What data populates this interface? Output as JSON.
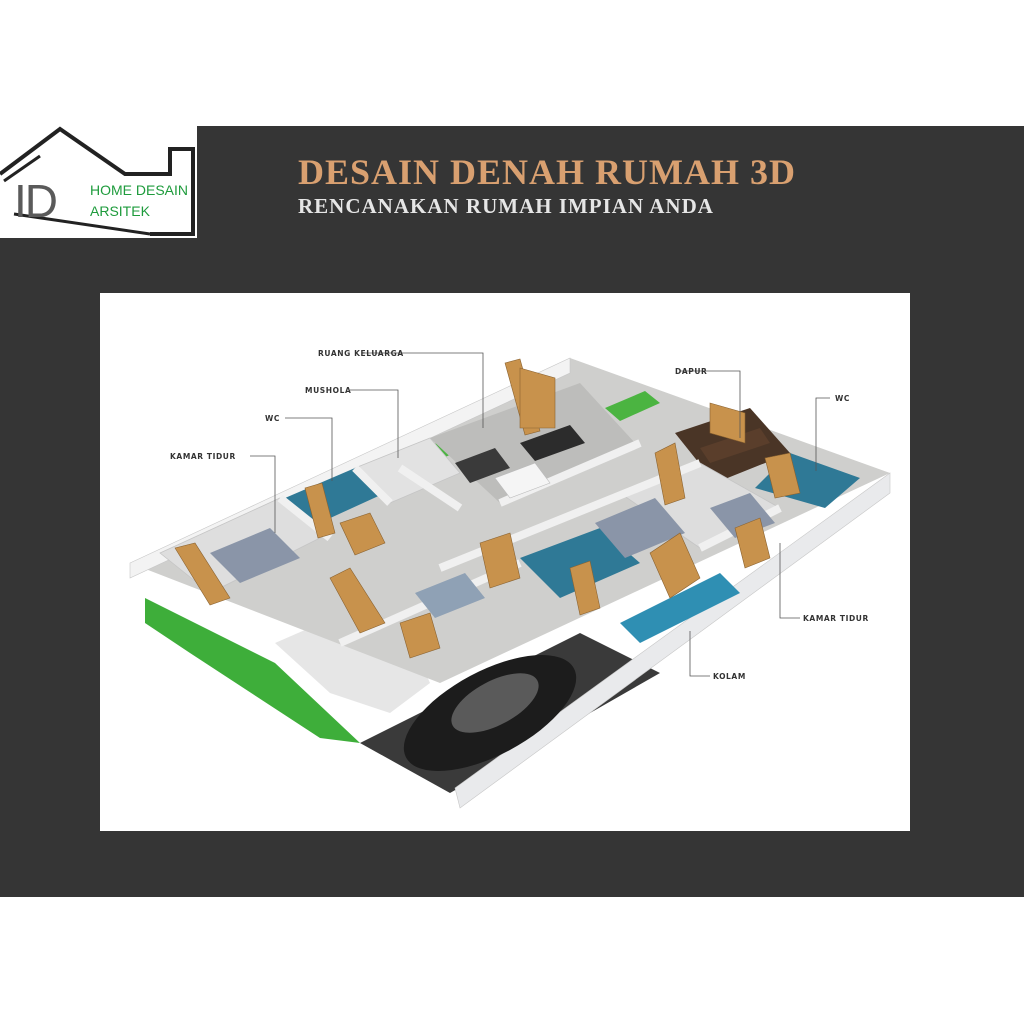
{
  "logo": {
    "mark": "ID",
    "line1": "HOME DESAIN",
    "line2": "ARSITEK",
    "colors": {
      "text": "#1e9b3c",
      "outline": "#222222"
    }
  },
  "header": {
    "title": "DESAIN DENAH RUMAH 3D",
    "subtitle": "RENCANAKAN RUMAH IMPIAN ANDA",
    "colors": {
      "title": "#d9a070",
      "subtitle": "#e6e6e6",
      "background": "#353535"
    }
  },
  "floorplan": {
    "labels": {
      "ruang_keluarga": "RUANG KELUARGA",
      "mushola": "MUSHOLA",
      "wc_left": "WC",
      "kamar_tidur_left": "KAMAR TIDUR",
      "dapur": "DAPUR",
      "wc_right": "WC",
      "kamar_tidur_right": "KAMAR TIDUR",
      "kolam": "KOLAM"
    },
    "colors": {
      "wall": "#e9eaec",
      "floor": "#c9c9c7",
      "lawn": "#3eae3a",
      "pool": "#2f8fb3",
      "wood": "#c8924c",
      "car": "#1c1c1c"
    }
  }
}
